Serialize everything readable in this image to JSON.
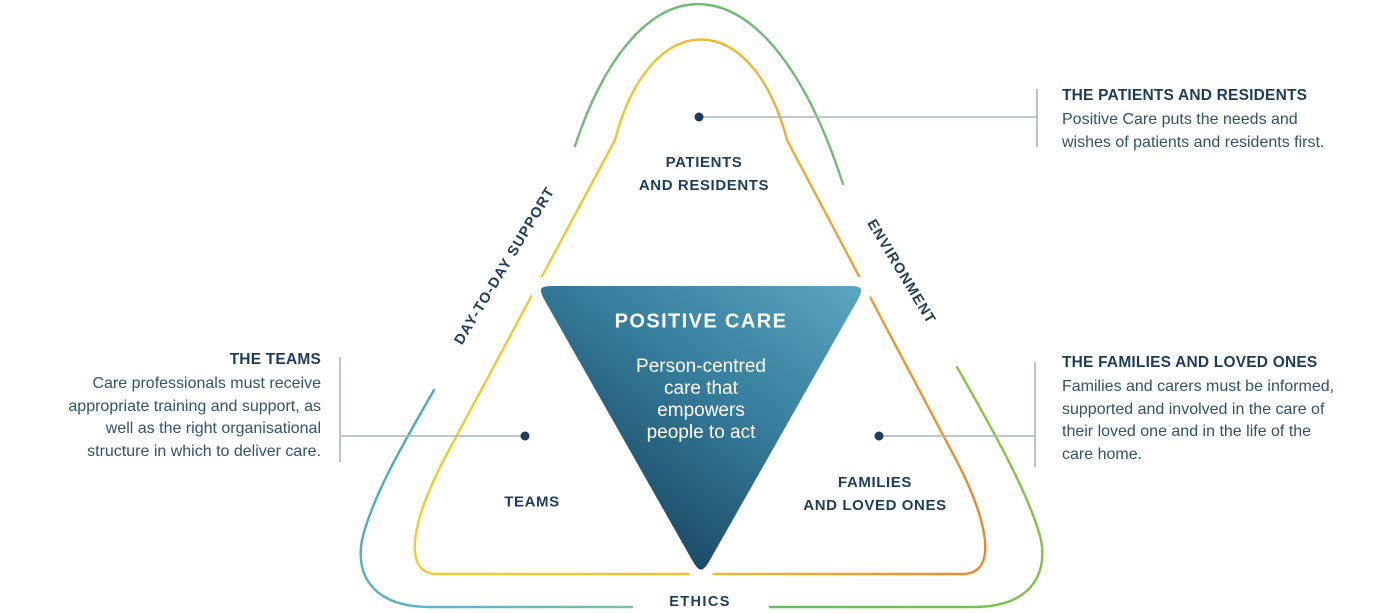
{
  "core": {
    "title": "POSITIVE CARE",
    "body": "Person-centred\ncare that\nempowers\npeople to act"
  },
  "vertices": {
    "top": "PATIENTS\nAND RESIDENTS",
    "left": "TEAMS",
    "right": "FAMILIES\nAND LOVED ONES"
  },
  "edges": {
    "left": "DAY-TO-DAY SUPPORT",
    "right": "ENVIRONMENT",
    "bottom": "ETHICS"
  },
  "callouts": {
    "patients": {
      "heading": "THE PATIENTS AND RESIDENTS",
      "body": "Positive Care puts the needs and\nwishes of patients and residents first."
    },
    "teams": {
      "heading": "THE TEAMS",
      "body": "Care professionals must receive\nappropriate training and support, as\nwell as the right organisational\nstructure in which to deliver care."
    },
    "families": {
      "heading": "THE FAMILIES AND LOVED ONES",
      "body": "Families and carers must be informed,\nsupported and involved in the care of\ntheir loved one and in the life of the\ncare home."
    }
  },
  "colors": {
    "heading_navy": "#1d3c5a",
    "body_text": "#30536e",
    "connector_gray": "#a9b5c0",
    "dot_navy": "#1d3d5c",
    "core_light": "#60abc4",
    "core_mid": "#38809f",
    "core_dark": "#123a52",
    "inner_yellow": "#f3cc2b",
    "inner_gold": "#ecb434",
    "inner_orange": "#e8842d",
    "outer_green_apex": "#70bc74",
    "outer_teal": "#49abc0",
    "outer_teal_green": "#7ec2a1",
    "outer_lime": "#8cc446",
    "outer_green": "#66bf66"
  }
}
